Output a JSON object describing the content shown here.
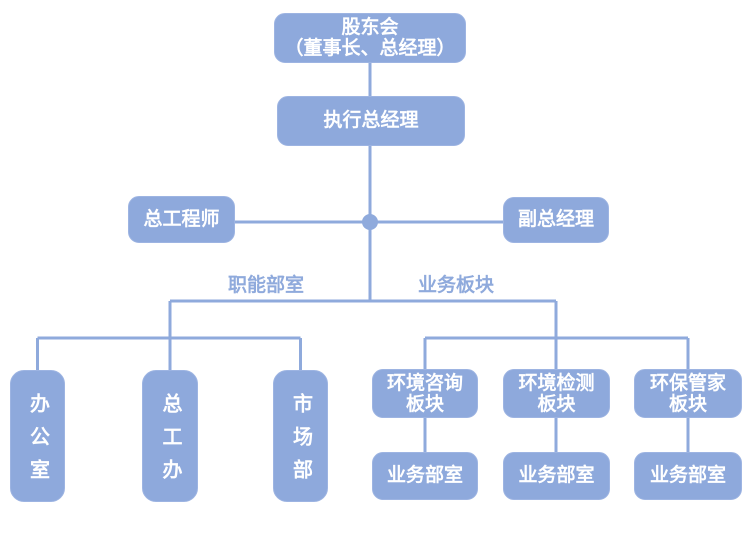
{
  "colors": {
    "background": "#ffffff",
    "node_fill": "#8ea9dc",
    "node_border": "#9db4e2",
    "node_text": "#ffffff",
    "line_color": "#8faadc",
    "branch_label_color": "#8faadc"
  },
  "org_chart": {
    "root": "股东会\n（董事长、总经理）",
    "executive_gm": "执行总经理",
    "chief_engineer": "总工程师",
    "deputy_gm": "副总经理",
    "branch_labels": {
      "left": "职能部室",
      "right": "业务板块"
    },
    "functional_departments": [
      "办公室",
      "总工办",
      "市场部"
    ],
    "business_segments": [
      {
        "name": "环境咨询\n板块",
        "sub": "业务部室"
      },
      {
        "name": "环境检测\n板块",
        "sub": "业务部室"
      },
      {
        "name": "环保管家\n板块",
        "sub": "业务部室"
      }
    ]
  }
}
